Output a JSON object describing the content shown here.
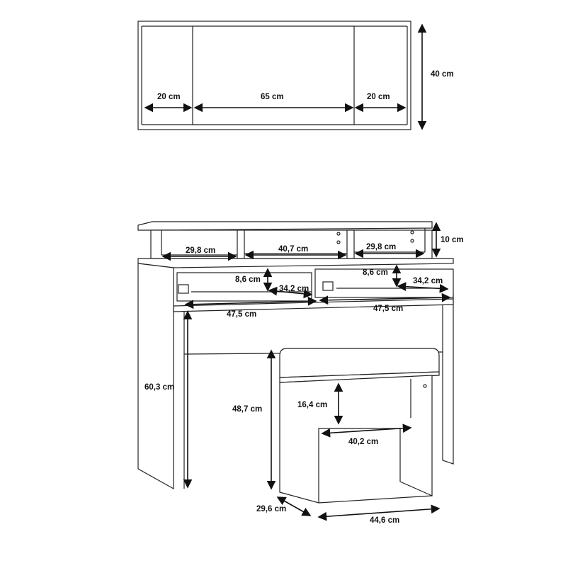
{
  "mirror": {
    "width_left": "20 cm",
    "width_center": "65 cm",
    "width_right": "20 cm",
    "height": "40 cm"
  },
  "desk": {
    "shelf_left": "29,8 cm",
    "shelf_center": "40,7 cm",
    "shelf_right": "29,8 cm",
    "shelf_height": "10 cm",
    "drawer_left_height": "8,6 cm",
    "drawer_left_depth": "34,2 cm",
    "drawer_right_height": "8,6 cm",
    "drawer_right_depth": "34,2 cm",
    "drawer_left_width": "47,5 cm",
    "drawer_right_width": "47,5 cm",
    "leg_height": "60,3 cm"
  },
  "stool": {
    "height": "48,7 cm",
    "inner_height": "16,4 cm",
    "inner_width": "40,2 cm",
    "depth": "29,6 cm",
    "width": "44,6 cm"
  },
  "colors": {
    "line": "#222222",
    "background": "#ffffff"
  }
}
